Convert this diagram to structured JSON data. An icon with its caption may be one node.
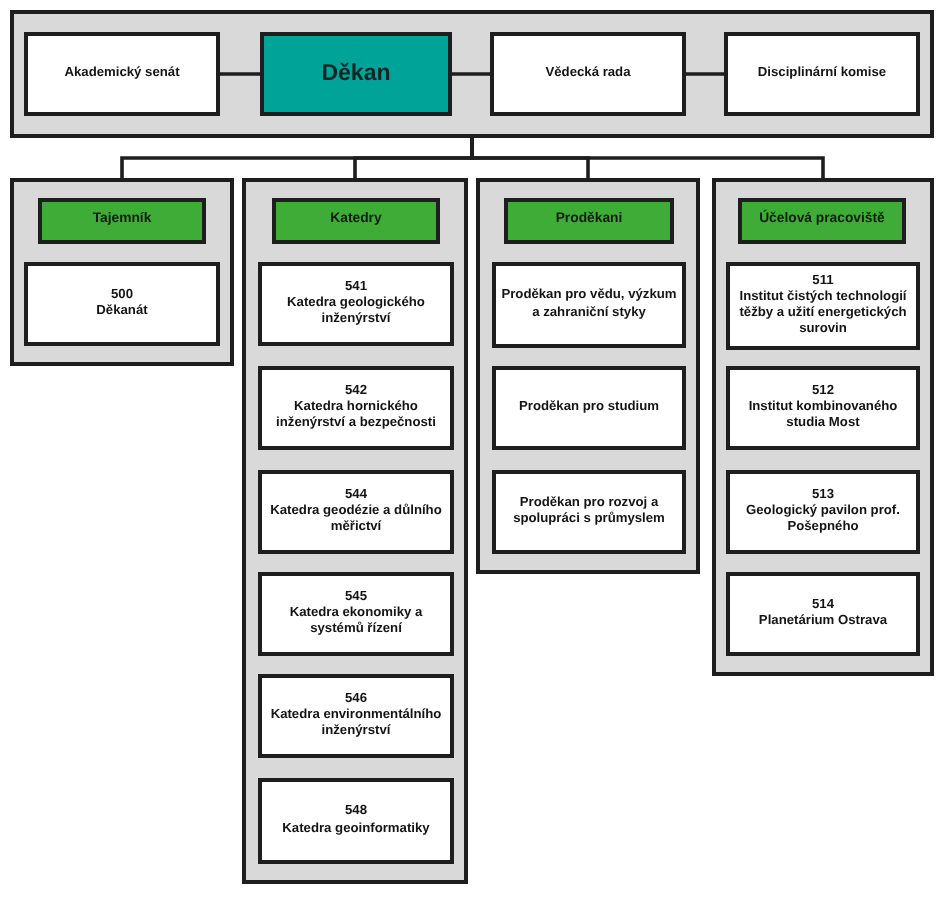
{
  "diagram": {
    "nodes": [
      {
        "text": [],
        "shape": "box"
      },
      {
        "text": [
          "Akademický senát"
        ],
        "in": 0
      },
      {
        "text": [
          "Děkan"
        ],
        "in": 0
      },
      {
        "text": [
          "Vědecká rada"
        ],
        "in": 0
      },
      {
        "text": [
          "Disciplinární komise"
        ],
        "in": 0
      },
      {
        "text": [],
        "shape": "box"
      },
      {
        "text": [
          "Tajemník"
        ],
        "in": 5
      },
      {
        "text": [
          "500",
          "Děkanát"
        ],
        "in": 5
      },
      {
        "text": [],
        "shape": "box"
      },
      {
        "text": [
          "Katedry"
        ],
        "in": 8
      },
      {
        "text": [
          "541",
          "Katedra geologického inženýrství"
        ],
        "in": 8
      },
      {
        "text": [
          "542",
          "Katedra hornického inženýrství a bezpečnosti"
        ],
        "in": 8
      },
      {
        "text": [
          "544",
          "Katedra geodézie a důlního měřictví"
        ],
        "in": 8
      },
      {
        "text": [
          "545",
          "Katedra ekonomiky a systémů řízení"
        ],
        "in": 8
      },
      {
        "text": [
          "546",
          "Katedra environmentálního inženýrství"
        ],
        "in": 8
      },
      {
        "text": [
          "548",
          "Katedra geoinformatiky"
        ],
        "in": 8
      },
      {
        "text": [],
        "shape": "box"
      },
      {
        "text": [
          "Proděkani"
        ],
        "in": 16
      },
      {
        "text": [
          "Proděkan pro vědu, výzkum a zahraniční styky"
        ],
        "in": 16
      },
      {
        "text": [
          "Proděkan pro studium"
        ],
        "in": 16
      },
      {
        "text": [
          "Proděkan pro rozvoj a spolupráci s průmyslem"
        ],
        "in": 16
      },
      {
        "text": [],
        "shape": "box"
      },
      {
        "text": [
          "Účelová pracoviště"
        ],
        "in": 21
      },
      {
        "text": [
          "511",
          "Institut čistých technologií těžby a užití energetických surovin"
        ],
        "in": 21
      },
      {
        "text": [
          "512",
          "Institut kombinovaného studia Most"
        ],
        "in": 21
      },
      {
        "text": [
          "513",
          "Geologický pavilon prof. Pošepného"
        ],
        "in": 21
      },
      {
        "text": [
          "514",
          "Planetárium Ostrava"
        ],
        "in": 21
      }
    ],
    "edges": [
      {
        "from": 1,
        "to": 2,
        "arrow": "none"
      },
      {
        "from": 2,
        "to": 3,
        "arrow": "none"
      },
      {
        "from": 3,
        "to": 4,
        "arrow": "none"
      },
      {
        "from": 0,
        "to": 5,
        "arrow": "none"
      },
      {
        "from": 0,
        "to": 8,
        "arrow": "none"
      },
      {
        "from": 0,
        "to": 16,
        "arrow": "none"
      },
      {
        "from": 0,
        "to": 21,
        "arrow": "none"
      }
    ]
  }
}
